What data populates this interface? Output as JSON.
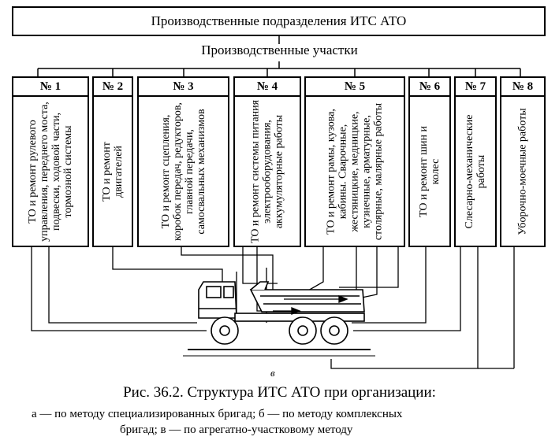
{
  "header": {
    "title": "Производственные подразделения ИТС АТО",
    "subtitle": "Производственные участки"
  },
  "units": [
    {
      "number": "№ 1",
      "desc": "ТО и ремонт рулевого управления, переднего моста, подвески, ходовой части, тормозной системы"
    },
    {
      "number": "№ 2",
      "desc": "ТО и ремонт двигателей"
    },
    {
      "number": "№ 3",
      "desc": "ТО и ремонт сцепления, коробок передач, редукторов, главной передачи, самосвальных механизмов"
    },
    {
      "number": "№ 4",
      "desc": "ТО и ремонт системы питания электрооборудования, аккумуляторные работы"
    },
    {
      "number": "№ 5",
      "desc": "ТО и ремонт рамы, кузова, кабины. Сварочные, жестяницкие, медницкие, кузнечные, арматурные, столярные, малярные работы"
    },
    {
      "number": "№ 6",
      "desc": "ТО и ремонт шин и колес"
    },
    {
      "number": "№ 7",
      "desc": "Слесарно-механические работы"
    },
    {
      "number": "№ 8",
      "desc": "Уборочно-моечные работы"
    }
  ],
  "diagram_label": "в",
  "caption": "Рис. 36.2. Структура ИТС АТО при организации:",
  "legend": {
    "line1": "а — по методу специализированных бригад; б — по методу комплексных",
    "line2": "бригад; в — по агрегатно-участковому методу"
  }
}
